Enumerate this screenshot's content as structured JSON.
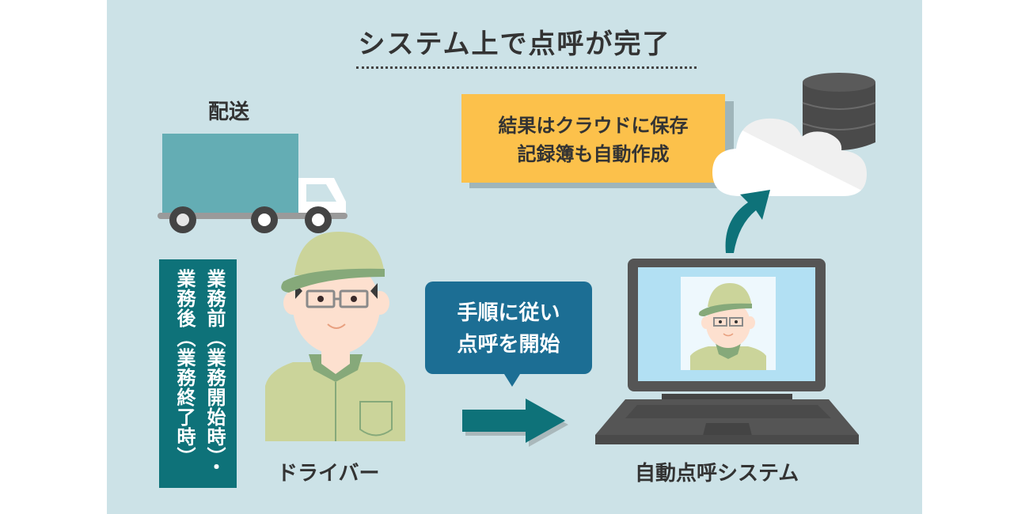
{
  "diagram": {
    "title": "システム上で点呼が完了",
    "delivery_label": "配送",
    "timing_box": {
      "line1": "業務前（業務開始時）・",
      "line2": "業務後（業務終了時）"
    },
    "driver_label": "ドライバー",
    "speech_bubble": {
      "line1": "手順に従い",
      "line2": "点呼を開始"
    },
    "cloud_note": {
      "line1": "結果はクラウドに保存",
      "line2": "記録簿も自動作成"
    },
    "system_label": "自動点呼システム",
    "icons": [
      "truck-icon",
      "driver-illustration",
      "arrow-right-icon",
      "laptop-icon",
      "cloud-icon",
      "database-icon",
      "curved-arrow-icon"
    ],
    "colors": {
      "background": "#cce2e7",
      "teal_dark": "#0e7279",
      "bubble_blue": "#1c6e94",
      "note_yellow": "#fcc14b",
      "truck_teal": "#64adb4",
      "uniform_green": "#cbd49a",
      "collar_green": "#86a97a",
      "laptop_gray": "#555555",
      "screen_blue": "#b2e0f3",
      "text_dark": "#333333"
    }
  }
}
